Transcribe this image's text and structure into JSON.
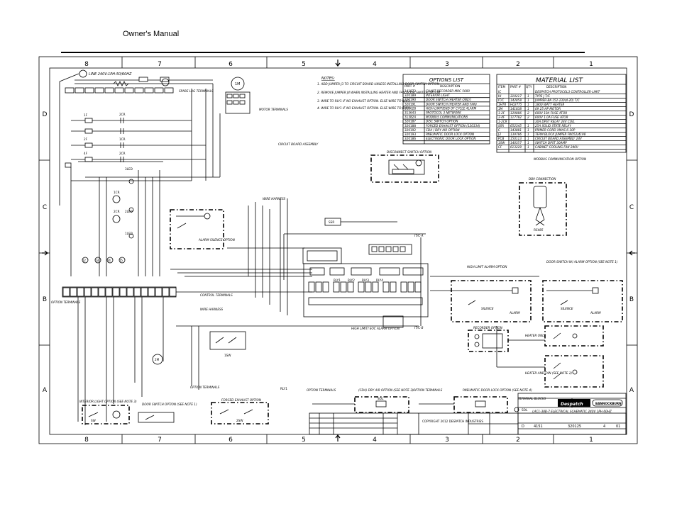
{
  "header": {
    "title": "Owner's Manual"
  },
  "zones": {
    "columns": [
      "8",
      "7",
      "6",
      "5",
      "4",
      "3",
      "2",
      "1"
    ],
    "rows": [
      "D",
      "C",
      "B",
      "A"
    ]
  },
  "line_label": "LINE 240V-1PH-50/60HZ",
  "notes": {
    "title": "NOTES:",
    "items": [
      "1. ADD JUMPER J3 TO CIRCUIT BOARD UNLESS INSTALLING DOOR SWITCH OPTION.",
      "2. REMOVE JUMPER J4 WHEN INSTALLING HEATER AND FAN DOOR SWITCH OPTION.",
      "3. WIRE TO RLY1 IF NO EXHAUST OPTION. ELSE WIRE TO RLY3.",
      "4. WIRE TO RLY1 IF NO EXHAUST OPTION. ELSE WIRE TO RLY4."
    ]
  },
  "options_list": {
    "title": "OPTIONS LIST",
    "headers": [
      "PART #",
      "DESCRIPTION"
    ],
    "rows": [
      [
        "141873",
        "CHART RECORDER MRC 5000"
      ],
      [
        "320189",
        "INTERIOR LIGHT"
      ],
      [
        "320190",
        "DOOR SWITCH (HEATER ONLY)"
      ],
      [
        "320191",
        "DOOR SWITCH (HEATER AND FAN)"
      ],
      [
        "313628",
        "HIGH-LIMIT/END OF CYCLE ALARM"
      ],
      [
        "313643",
        "PROTOCOL 3 NETWORK"
      ],
      [
        "313824",
        "MODBUS COMMUNICATIONS"
      ],
      [
        "320187",
        "DISC SWITCH OPTION"
      ],
      [
        "320188",
        "FORCED EXHAUST OPTION (120134)"
      ],
      [
        "320192",
        "CDA / DRY AIR OPTION"
      ],
      [
        "320193",
        "PNEUMATIC DOOR LOCK OPTION"
      ],
      [
        "320186",
        "ELECTRONIC DOOR LOCK OPTION"
      ]
    ]
  },
  "material_list": {
    "title": "MATERIAL LIST",
    "headers": [
      "ITEM",
      "PART #",
      "QTY",
      "DESCRIPTION"
    ],
    "rows": [
      [
        "IC",
        "",
        "",
        "DESPATCH PROTOCOL3 CONTROLLER-LIMIT"
      ],
      [
        "HI",
        "310217",
        "1",
        "TYPE J T/C"
      ],
      [
        "IT/C",
        "142858",
        "1",
        "JUMPER-BK-152-230(4-20) T/C"
      ],
      [
        "1HTR",
        "H02775",
        "1",
        "1800 WATT HEATER"
      ],
      [
        "1M",
        "141838",
        "1",
        "09 25 HP MOTOR"
      ],
      [
        "1-2F",
        "129886",
        "2",
        "600V 10A FUSE ATOR"
      ],
      [
        "3-4F",
        "117782",
        "2",
        "600V 1.0A FUSE ATOR"
      ],
      [
        "1-2CR",
        "",
        "",
        "30A DPST RELAY 24V COIL"
      ],
      [
        "SSR",
        "652345",
        "1",
        "25A SOLID STATE RELAY"
      ],
      [
        "C",
        "143881",
        "1",
        "PRIMER CORD XMAS 6-10P"
      ],
      [
        "J3",
        "139786",
        "1",
        "TERM BLOCK JUMPER FN052/4198"
      ],
      [
        "PCB",
        "150113",
        "1",
        "CIRCUIT BOARD ASSEMBLY 24V"
      ],
      [
        "1SW",
        "140357",
        "1",
        "SWITCH DPST 30AMP"
      ],
      [
        "CF",
        "613229",
        "1",
        "CABINET COOLING FAN 240V"
      ]
    ]
  },
  "labels": {
    "spare_lug": "SPARE LUG TERMINALS",
    "motor_terminals": "MOTOR TERMINALS",
    "circuit_board": "CIRCUIT BOARD ASSEMBLY",
    "disconnect": "DISCONNECT SWITCH OPTION",
    "modbus": "MODBUS COMMUNICATION OPTION",
    "db9": "DB9 CONNECTION",
    "rs485": "RS485",
    "wire_harness": "WIRE HARNESS",
    "alarm_silence": "ALARM SILENCE OPTION",
    "ssr": "SSR",
    "tc_a": "IT/C-A",
    "tc_b": "IT/C-B",
    "high_limit_alarm": "HIGH LIMIT ALARM OPTION",
    "door_switch_alarm": "DOOR SWITCH W/ ALARM OPTION (SEE NOTE 1)",
    "option_terminals": "OPTION TERMINALS",
    "control_terminals": "CONTROL TERMINALS",
    "wire_harness2": "WIRE HARNESS",
    "high_limit_eoc": "HIGH LIMIT/ EOC ALARM OPTION",
    "recorder_option": "RECORDER OPTION",
    "heater_only": "HEATER ONLY",
    "heater_fan": "HEATER AND FAN (SEE NOTE 2)",
    "interior_light": "INTERIOR LIGHT OPTION (SEE NOTE 3)",
    "door_switch_option": "DOOR SWITCH OPTION (SEE NOTE 1)",
    "forced_exhaust": "FORCED EXHAUST OPTION",
    "cda_dry_air": "(CDA) DRY AIR OPTION (SEE NOTE 3)",
    "pneumatic_door": "PNEUMATIC DOOR LOCK OPTION (SEE NOTE 4)",
    "silence": "SILENCE",
    "alarm": "ALARM",
    "ssw": "1SW",
    "relay_labels": [
      "RLY1",
      "RLY2",
      "RLY3",
      "RLY4"
    ],
    "sol": "SOL",
    "sw": "SW",
    "l1": "L1",
    "l2": "L2",
    "terminal_blocks": "TERMINAL BLOCKS"
  },
  "title_block": {
    "company": "Despatch",
    "brand": "BANNOCKBURN",
    "drawing_title": "LAC1-38B-7 ELECTRICAL SCHEMATIC 240V 1PH 60HZ",
    "copyright": "COPYRIGHT 2012 DESPATCH INDUSTRIES",
    "size": "D",
    "fscm": "4151",
    "dwg_no": "320125",
    "rev": "4",
    "sheet": "01"
  }
}
